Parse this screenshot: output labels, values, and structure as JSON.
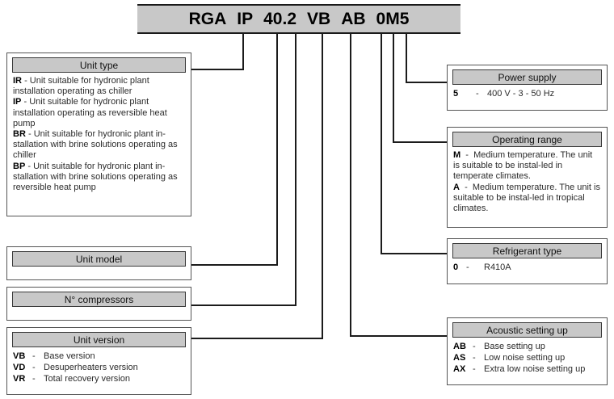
{
  "code_bar": {
    "segments": [
      {
        "id": "unit-type-family",
        "text": "RGA"
      },
      {
        "id": "unit-type",
        "text": "IP"
      },
      {
        "id": "unit-model",
        "text": "40.2"
      },
      {
        "id": "unit-version",
        "text": "VB"
      },
      {
        "id": "acoustic-setting",
        "text": "AB"
      },
      {
        "id": "refrigerant-operating-power",
        "text": "0M5"
      }
    ],
    "full_code": "RGA IP 40.2 VB AB 0M5"
  },
  "panels": {
    "unit_type": {
      "title": "Unit type",
      "entries": [
        {
          "code": "IR",
          "dash": "-",
          "text": "Unit suitable for hydronic plant installation operating as chiller"
        },
        {
          "code": "IP",
          "dash": "-",
          "text": "Unit suitable for hydronic  plant installation operating as reversible heat pump"
        },
        {
          "code": "BR",
          "dash": "-",
          "text": "Unit suitable for hydronic plant in-stallation with brine solutions operating as chiller"
        },
        {
          "code": "BP",
          "dash": "-",
          "text": "Unit suitable for hydronic plant in-stallation with brine solutions operating as reversible heat pump"
        }
      ]
    },
    "unit_model": {
      "title": "Unit model",
      "entries": []
    },
    "n_compressors": {
      "title": "N° compressors",
      "entries": []
    },
    "unit_version": {
      "title": "Unit version",
      "entries": [
        {
          "code": "VB",
          "dash": "-",
          "text": "Base version"
        },
        {
          "code": "VD",
          "dash": "-",
          "text": "Desuperheaters version"
        },
        {
          "code": "VR",
          "dash": "-",
          "text": "Total recovery version"
        }
      ]
    },
    "power_supply": {
      "title": "Power supply",
      "entries": [
        {
          "code": "5",
          "dash": "-",
          "text": "400 V -  3  -  50 Hz"
        }
      ]
    },
    "operating_range": {
      "title": "Operating range",
      "entries": [
        {
          "code": "M",
          "dash": "-",
          "text": "Medium temperature. The unit is suitable to be instal-led in temperate climates."
        },
        {
          "code": "A",
          "dash": "-",
          "text": "Medium temperature. The unit is suitable to be instal-led in tropical climates."
        }
      ]
    },
    "refrigerant_type": {
      "title": "Refrigerant type",
      "entries": [
        {
          "code": "0",
          "dash": "-",
          "text": "R410A"
        }
      ]
    },
    "acoustic_setting_up": {
      "title": "Acoustic setting up",
      "entries": [
        {
          "code": "AB",
          "dash": "-",
          "text": "Base setting up"
        },
        {
          "code": "AS",
          "dash": "-",
          "text": "Low noise setting up"
        },
        {
          "code": "AX",
          "dash": "-",
          "text": "Extra low noise setting up"
        }
      ]
    }
  },
  "colors": {
    "panel_fill": "#c8c8c8",
    "line": "#1b1b1b",
    "border": "#555555",
    "background": "#ffffff"
  }
}
